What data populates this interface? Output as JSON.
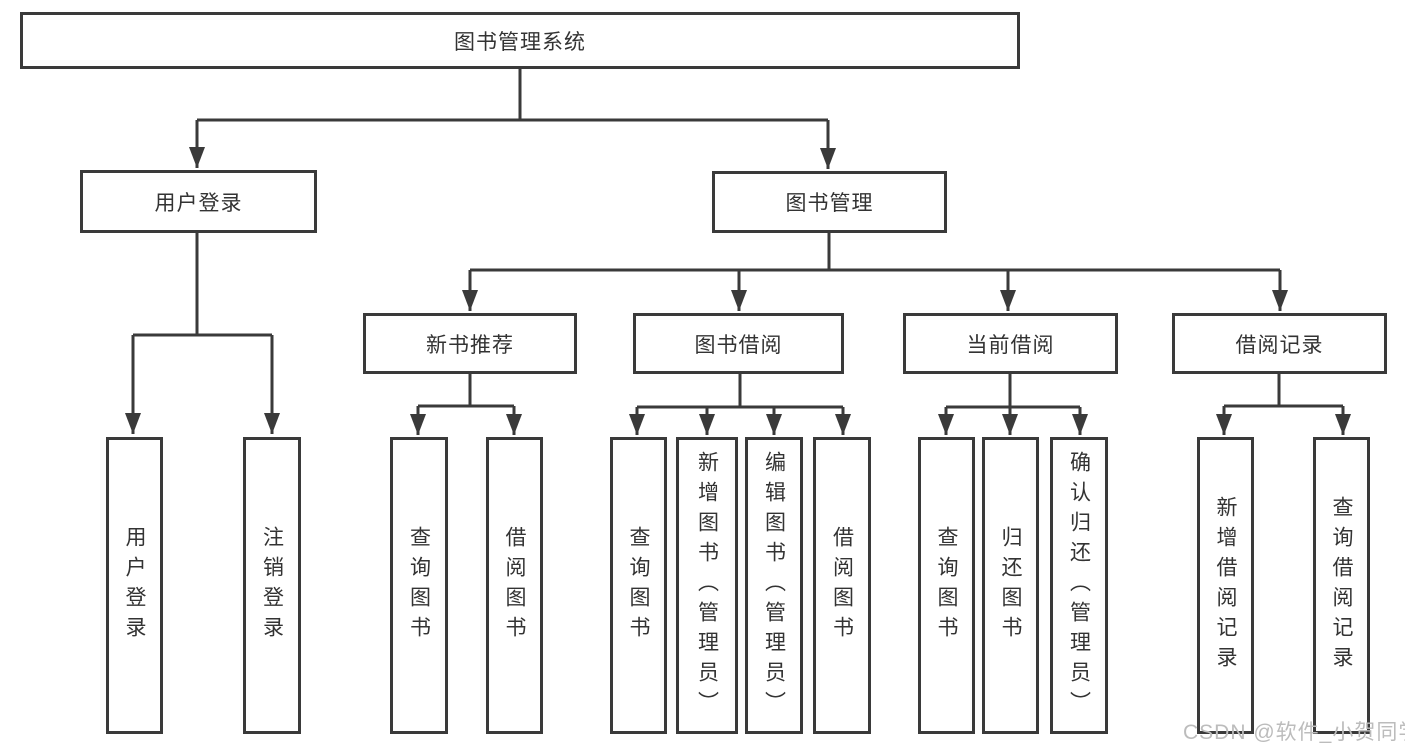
{
  "tree": {
    "root": {
      "label": "图书管理系统",
      "children": [
        {
          "label": "用户登录",
          "children": [
            {
              "label": "用户登录"
            },
            {
              "label": "注销登录"
            }
          ]
        },
        {
          "label": "图书管理",
          "children": [
            {
              "label": "新书推荐",
              "children": [
                {
                  "label": "查询图书"
                },
                {
                  "label": "借阅图书"
                }
              ]
            },
            {
              "label": "图书借阅",
              "children": [
                {
                  "label": "查询图书"
                },
                {
                  "label": "新增图书（管理员）"
                },
                {
                  "label": "编辑图书（管理员）"
                },
                {
                  "label": "借阅图书"
                }
              ]
            },
            {
              "label": "当前借阅",
              "children": [
                {
                  "label": "查询图书"
                },
                {
                  "label": "归还图书"
                },
                {
                  "label": "确认归还（管理员）"
                }
              ]
            },
            {
              "label": "借阅记录",
              "children": [
                {
                  "label": "新增借阅记录"
                },
                {
                  "label": "查询借阅记录"
                }
              ]
            }
          ]
        }
      ]
    }
  },
  "watermark": {
    "text": "CSDN @软件_小贺同学"
  },
  "colors": {
    "line": "#3a3a3a",
    "text": "#333333",
    "watermark": "#bcbcbc",
    "background": "#ffffff"
  }
}
